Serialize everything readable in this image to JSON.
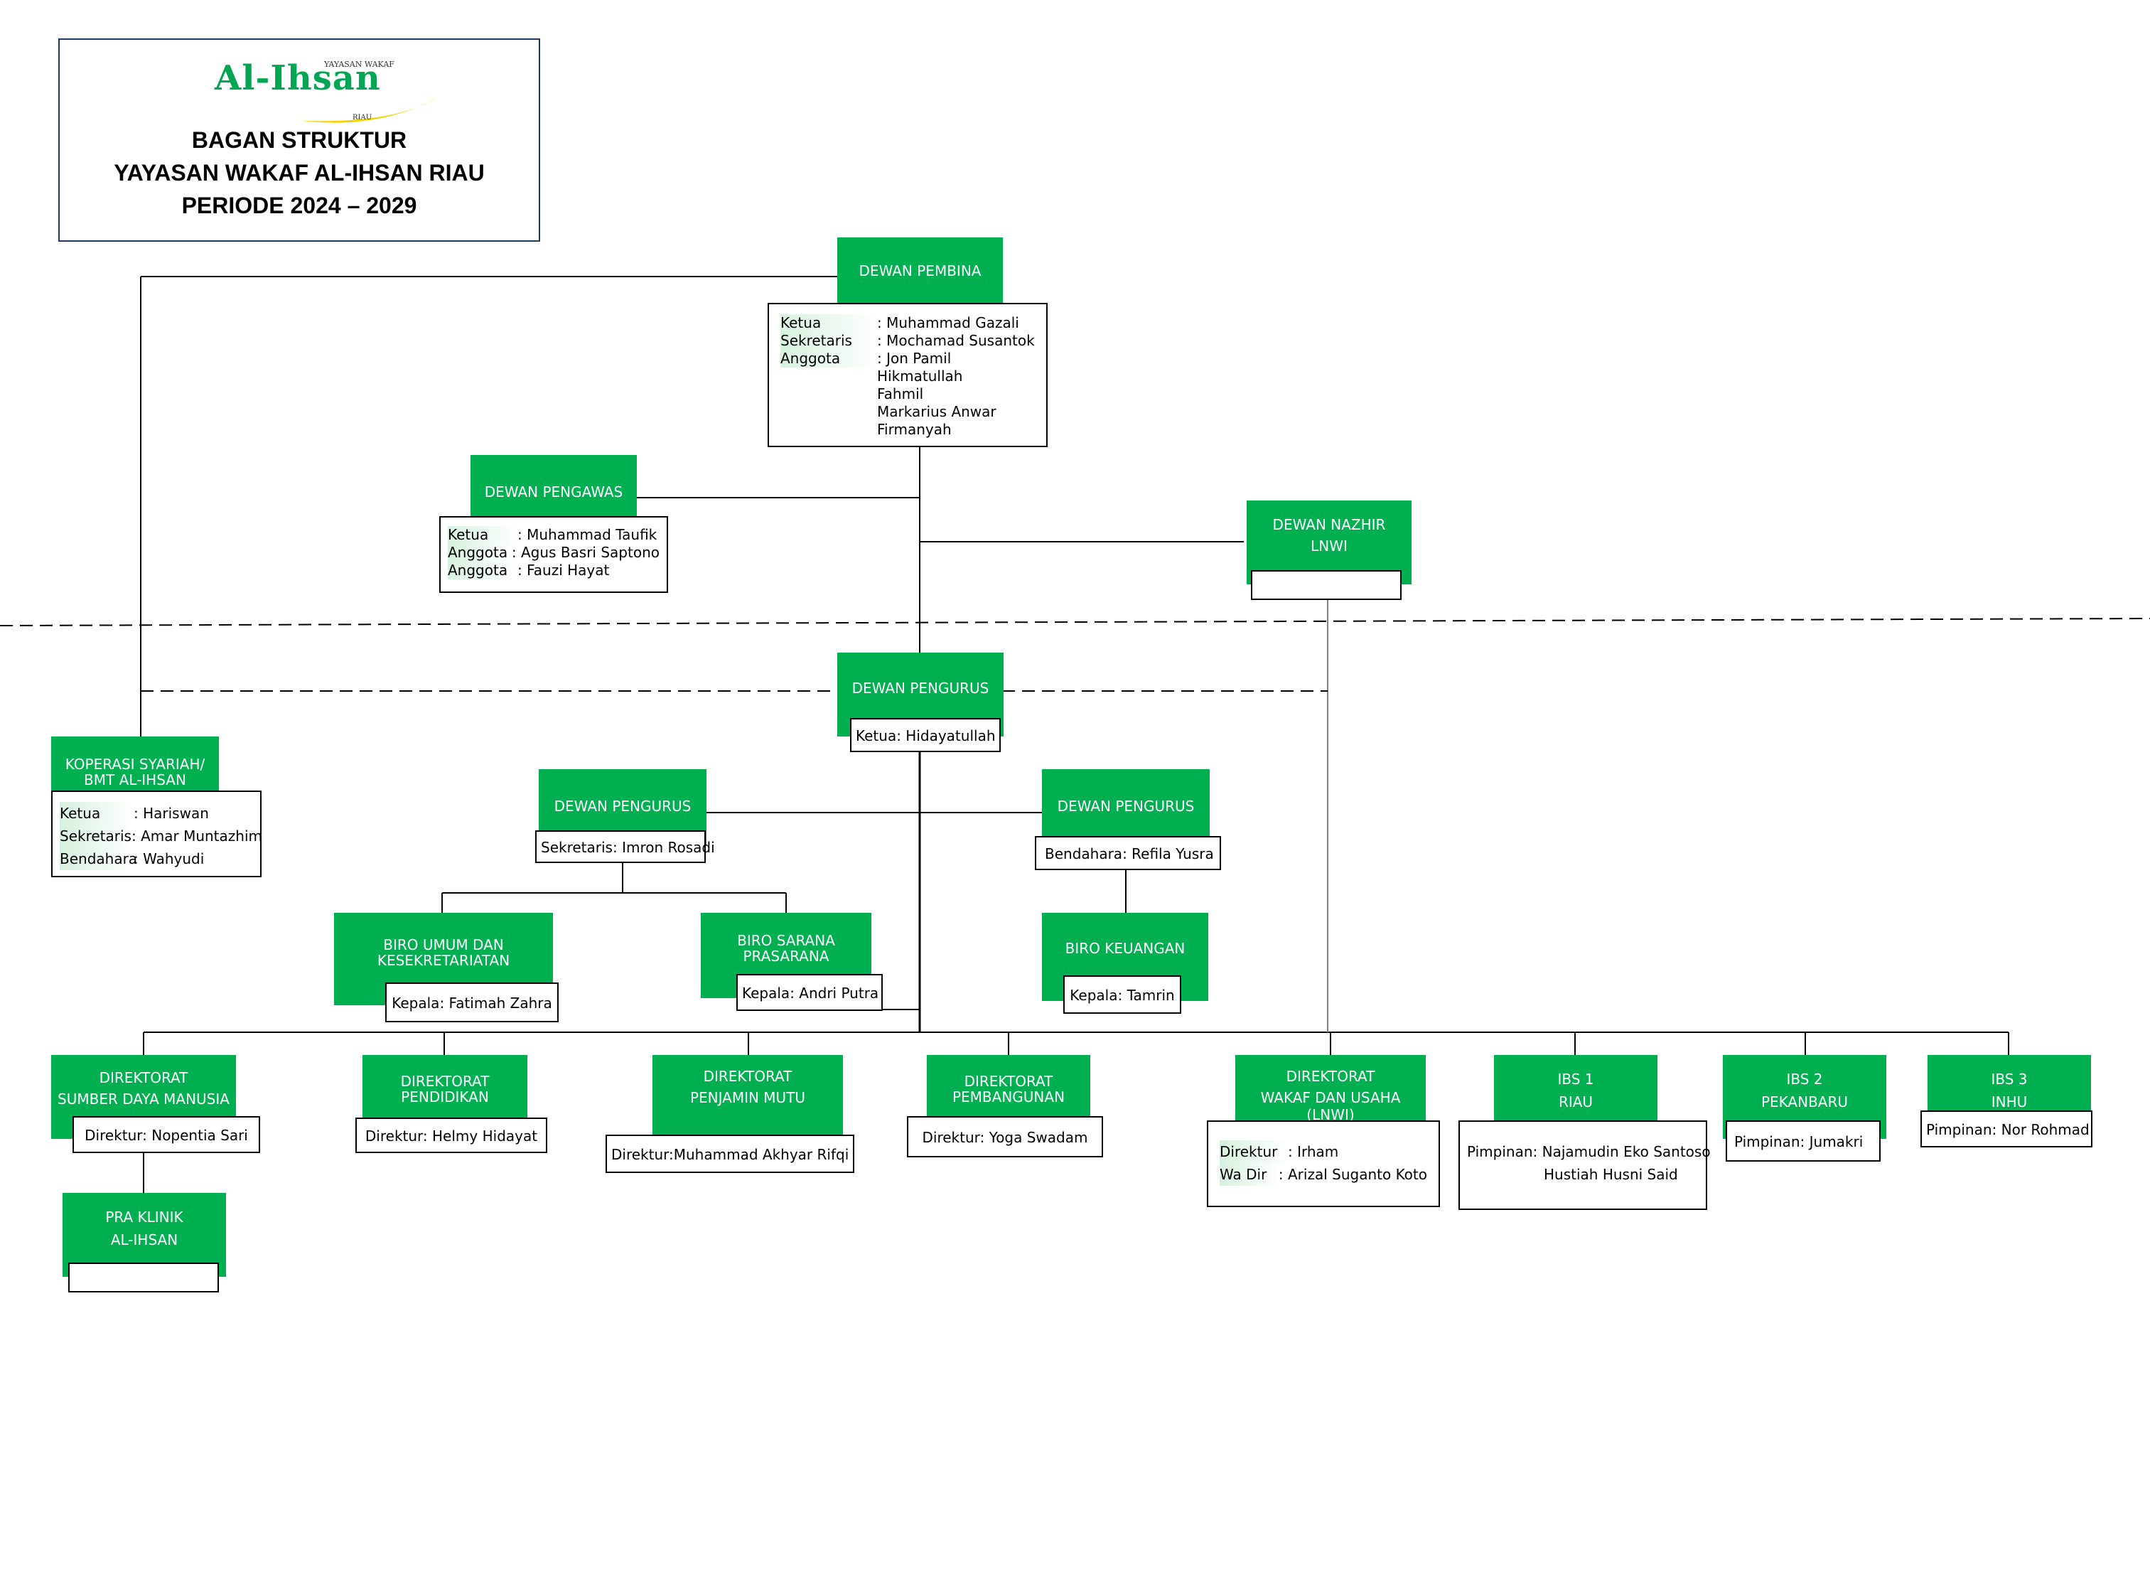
{
  "header": {
    "logo_text": "Al-Ihsan",
    "logo_small": "YAYASAN WAKAF",
    "logo_riau": "RIAU",
    "title1": "BAGAN STRUKTUR",
    "title2": "YAYASAN WAKAF AL-IHSAN RIAU",
    "title3": "PERIODE 2024 – 2029"
  },
  "colors": {
    "green": "#00b050",
    "border": "#000000",
    "title_border": "#1f3864",
    "logo": "#00a651"
  },
  "pembina": {
    "title": "DEWAN PEMBINA",
    "rows": [
      {
        "k": "Ketua",
        "v": ": Muhammad Gazali"
      },
      {
        "k": "Sekretaris",
        "v": ": Mochamad Susantok"
      },
      {
        "k": "Anggota",
        "v": ": Jon Pamil"
      },
      {
        "k": "",
        "v": "Hikmatullah"
      },
      {
        "k": "",
        "v": "Fahmil"
      },
      {
        "k": "",
        "v": "Markarius Anwar"
      },
      {
        "k": "",
        "v": "Firmanyah"
      }
    ]
  },
  "pengawas": {
    "title": "DEWAN PENGAWAS",
    "rows": [
      {
        "k": "Ketua",
        "v": ": Muhammad Taufik"
      },
      {
        "k": "Anggota",
        "v": ": Agus Basri Saptono"
      },
      {
        "k": "Anggota",
        "v": ": Fauzi Hayat"
      }
    ]
  },
  "nazhir": {
    "title1": "DEWAN NAZHIR",
    "title2": "LNWI"
  },
  "pengurus": {
    "title": "DEWAN PENGURUS",
    "ketua": "Ketua: Hidayatullah"
  },
  "koperasi": {
    "title1": "KOPERASI SYARIAH/",
    "title2": "BMT AL-IHSAN",
    "rows": [
      {
        "k": "Ketua",
        "v": ": Hariswan"
      },
      {
        "k": "Sekretaris",
        "v": ": Amar Muntazhim"
      },
      {
        "k": "Bendahara",
        "v": ": Wahyudi"
      }
    ]
  },
  "sekretaris": {
    "title": "DEWAN PENGURUS",
    "person": "Sekretaris: Imron Rosadi"
  },
  "bendahara": {
    "title": "DEWAN PENGURUS",
    "person": "Bendahara: Refila Yusra"
  },
  "biro_umum": {
    "title1": "BIRO UMUM DAN",
    "title2": "KESEKRETARIATAN",
    "person": "Kepala: Fatimah Zahra"
  },
  "biro_sarana": {
    "title1": "BIRO SARANA",
    "title2": "PRASARANA",
    "person": "Kepala: Andri Putra"
  },
  "biro_keuangan": {
    "title": "BIRO KEUANGAN",
    "person": "Kepala: Tamrin"
  },
  "dir_sdm": {
    "title1": "DIREKTORAT",
    "title2": "SUMBER DAYA MANUSIA",
    "person": "Direktur: Nopentia Sari"
  },
  "dir_pendidikan": {
    "title1": "DIREKTORAT",
    "title2": "PENDIDIKAN",
    "person": "Direktur: Helmy Hidayat"
  },
  "dir_mutu": {
    "title1": "DIREKTORAT",
    "title2": "PENJAMIN MUTU",
    "person": "Direktur:Muhammad Akhyar Rifqi"
  },
  "dir_pembangunan": {
    "title1": "DIREKTORAT",
    "title2": "PEMBANGUNAN",
    "person": "Direktur: Yoga Swadam"
  },
  "dir_wakaf": {
    "title1": "DIREKTORAT",
    "title2": "WAKAF dan USAHA (LNWI)",
    "rows": [
      {
        "k": "Direktur",
        "v": ": Irham"
      },
      {
        "k": "Wa Dir",
        "v": ": Arizal Suganto Koto"
      }
    ]
  },
  "ibs1": {
    "title1": "IBS 1",
    "title2": "RIAU",
    "person1": "Pimpinan: Najamudin Eko Santoso",
    "person2": "Hustiah Husni Said"
  },
  "ibs2": {
    "title1": "IBS 2",
    "title2": "PEKANBARU",
    "person": "Pimpinan: Jumakri"
  },
  "ibs3": {
    "title1": "IBS 3",
    "title2": "INHU",
    "person": "Pimpinan: Nor Rohmad"
  },
  "klinik": {
    "title1": "PRA KLINIK",
    "title2": "AL-IHSAN"
  }
}
